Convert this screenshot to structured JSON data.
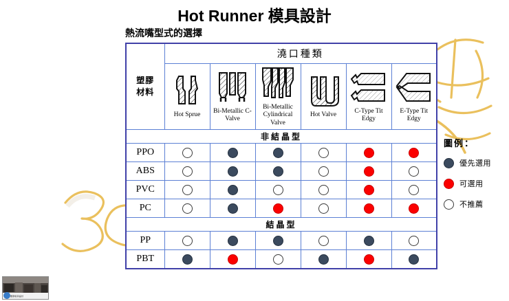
{
  "slide": {
    "title": "Hot Runner 模具設計",
    "subtitle": "熱流嘴型式的選擇"
  },
  "table": {
    "material_header": "塑膠\n材料",
    "material_header_line1": "塑膠",
    "material_header_line2": "材料",
    "gate_group_header": "澆口種類",
    "gate_columns": [
      {
        "id": "hot-sprue",
        "label": "Hot Sprue",
        "icon": "hot-sprue-icon"
      },
      {
        "id": "bi-metallic-c-valve",
        "label": "Bi-Metallic C-Valve",
        "icon": "bi-metallic-c-valve-icon"
      },
      {
        "id": "bi-metallic-cylindrical-valve",
        "label": "Bi-Metallic Cylindrical Valve",
        "icon": "bi-metallic-cylindrical-valve-icon"
      },
      {
        "id": "hot-valve",
        "label": "Hot Valve",
        "icon": "hot-valve-icon"
      },
      {
        "id": "c-type-tit-edgy",
        "label": "C-Type Tit Edgy",
        "icon": "c-type-tit-edgy-icon"
      },
      {
        "id": "e-type-tit-edgy",
        "label": "E-Type Tit Edgy",
        "icon": "e-type-tit-edgy-icon"
      }
    ],
    "sections": [
      {
        "id": "amorphous",
        "header": "非結晶型",
        "rows": [
          {
            "material": "PPO",
            "values": [
              "white",
              "blue",
              "blue",
              "white",
              "red",
              "red"
            ]
          },
          {
            "material": "ABS",
            "values": [
              "white",
              "blue",
              "blue",
              "white",
              "red",
              "white"
            ]
          },
          {
            "material": "PVC",
            "values": [
              "white",
              "blue",
              "white",
              "white",
              "red",
              "white"
            ]
          },
          {
            "material": "PC",
            "values": [
              "white",
              "blue",
              "red",
              "white",
              "red",
              "red"
            ]
          }
        ]
      },
      {
        "id": "crystalline",
        "header": "結晶型",
        "rows": [
          {
            "material": "PP",
            "values": [
              "white",
              "blue",
              "blue",
              "white",
              "blue",
              "white"
            ]
          },
          {
            "material": "PBT",
            "values": [
              "blue",
              "red",
              "white",
              "blue",
              "red",
              "blue"
            ]
          }
        ]
      }
    ]
  },
  "legend": {
    "title": "圖例：",
    "items": [
      {
        "color": "blue",
        "label": "優先選用"
      },
      {
        "color": "red",
        "label": "可選用"
      },
      {
        "color": "white",
        "label": "不推薦"
      }
    ]
  },
  "thumbnail": {
    "caption": "塑膠模具設計"
  },
  "colors": {
    "preferred": "#3b4a5e",
    "usable": "#fb0000",
    "not_recommended": "#ffffff",
    "table_border": "#4040a8",
    "grid_line": "#5b7fd4",
    "section_bg": "#e6e6e6",
    "watermark": "#e8b94a"
  }
}
